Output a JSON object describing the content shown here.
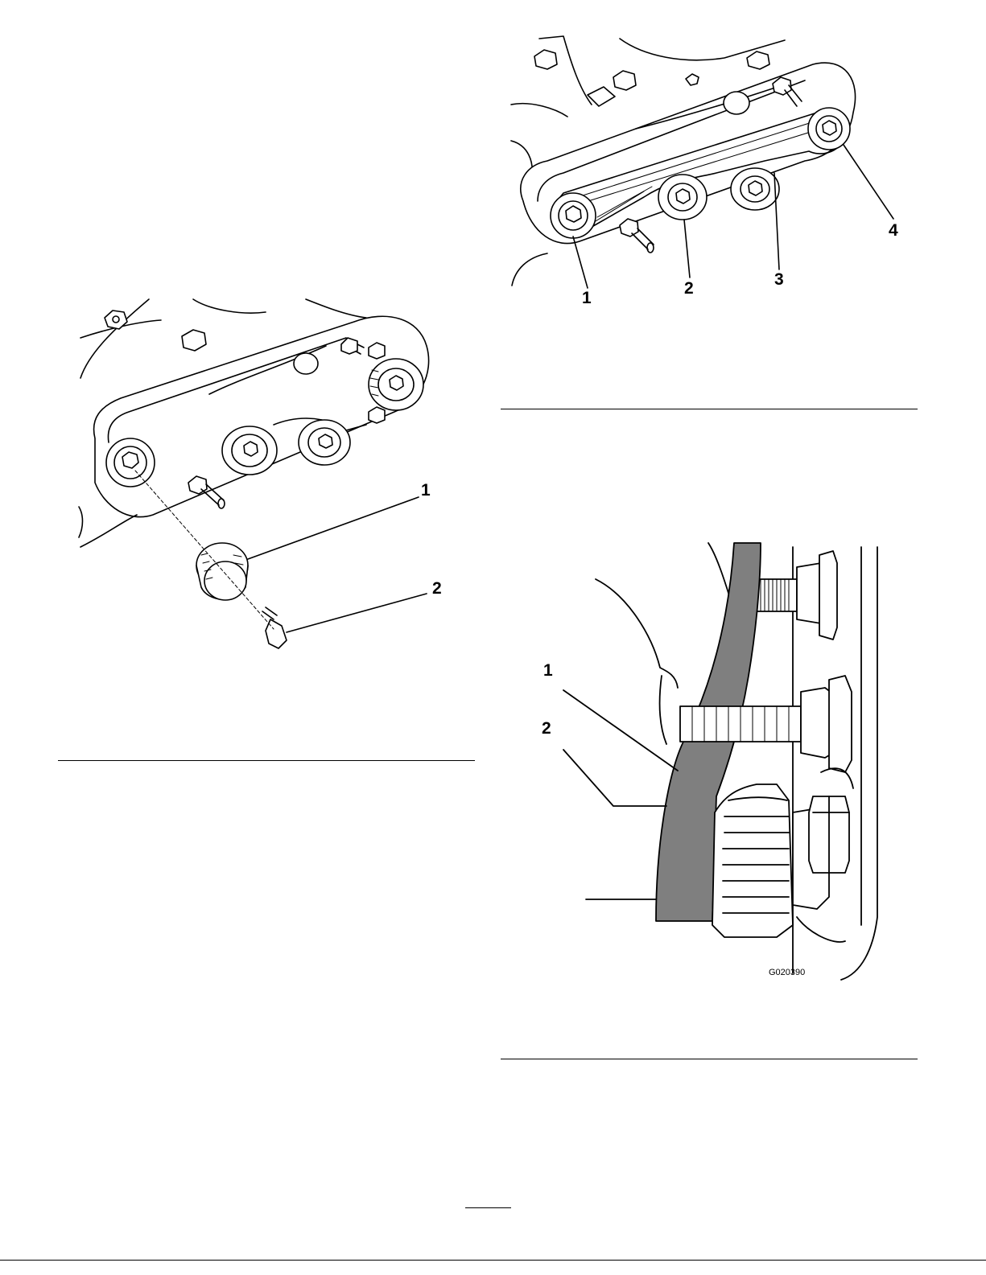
{
  "figure_left": {
    "callouts": [
      "1",
      "2"
    ]
  },
  "figure_top_right": {
    "callouts": [
      "1",
      "2",
      "3",
      "4"
    ]
  },
  "figure_bottom_right": {
    "callouts": [
      "1",
      "2"
    ],
    "graphic_code": "G020390"
  },
  "colors": {
    "belt_fill": "#7f7f7f",
    "line": "#000000",
    "background": "#ffffff"
  }
}
